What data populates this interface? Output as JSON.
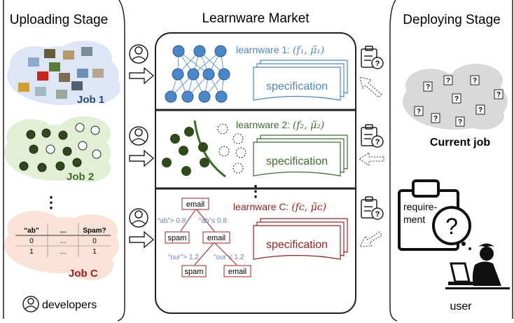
{
  "stages": {
    "uploading": "Uploading Stage",
    "market": "Learnware Market",
    "deploying": "Deploying Stage"
  },
  "jobs": {
    "job1": "Job 1",
    "job2": "Job 2",
    "jobC": "Job C",
    "current": "Current job"
  },
  "table": {
    "headers": [
      "“ab”",
      "…",
      "Spam?"
    ],
    "rows": [
      [
        "0",
        "…",
        "0"
      ],
      [
        "1",
        "…",
        "1"
      ]
    ]
  },
  "learnwares": [
    {
      "label": "learnware 1: ",
      "formula": "(f₁, μ̃₁)",
      "spec": "specification",
      "color": "#4a86c8"
    },
    {
      "label": "learnware 2: ",
      "formula": "(f₂, μ̃₂)",
      "spec": "specification",
      "color": "#3c6e2a"
    },
    {
      "label": "learnware C: ",
      "formula": "(fᴄ, μ̃ᴄ)",
      "spec": "specification",
      "color": "#a02020"
    }
  ],
  "tree": {
    "root": "email",
    "cond_left_1": "“ab”> 0.8",
    "cond_right_1": "“ab”≤ 0.8",
    "leaf_spam_1": "spam",
    "node_email_2": "email",
    "cond_left_2": "“our”> 1.2",
    "cond_right_2": "“our”≤ 1.2",
    "leaf_spam_2": "spam",
    "leaf_email_3": "email"
  },
  "requirement": "requirement",
  "labels": {
    "developers": "developers",
    "user": "user",
    "question_mark": "?",
    "ellipsis": "⋮"
  },
  "colors": {
    "blue": "#4a86c8",
    "green": "#3c6e2a",
    "red": "#a02020",
    "dark_green": "#2e4a1a"
  }
}
